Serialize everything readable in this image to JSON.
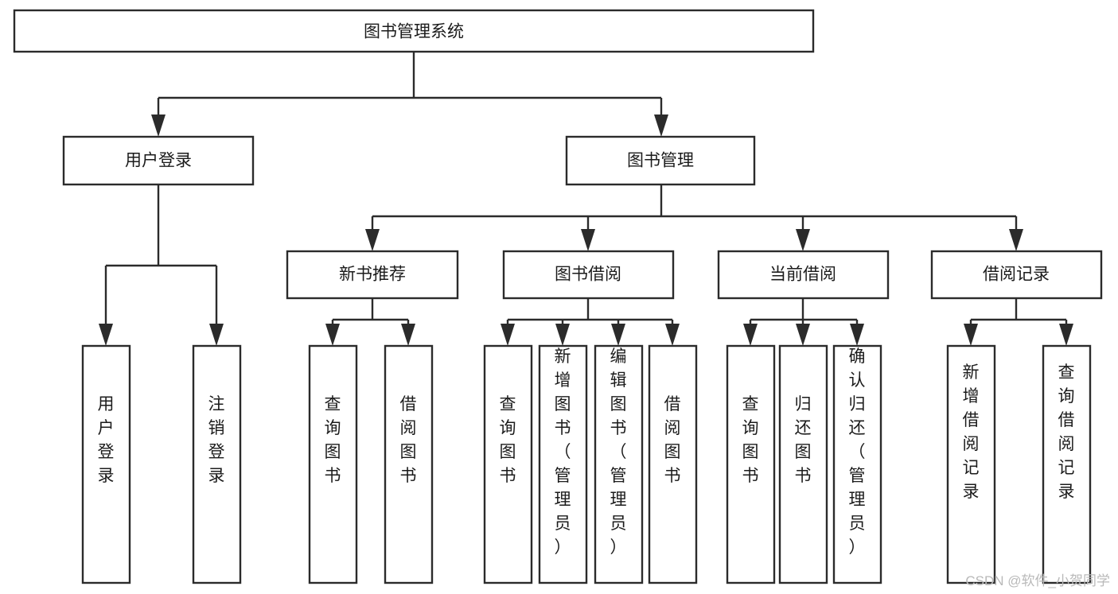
{
  "diagram": {
    "type": "tree-hierarchy",
    "title": "图书管理系统",
    "orientation": "top-down",
    "colors": {
      "box_fill": "#ffffff",
      "box_stroke": "#2b2b2b",
      "text": "#1b1b1b",
      "watermark": "#b9b9b9",
      "background": "#ffffff"
    },
    "root": {
      "id": "root",
      "label": "图书管理系统",
      "orientation": "horizontal"
    },
    "level2": [
      {
        "id": "user-login",
        "label": "用户登录",
        "orientation": "horizontal"
      },
      {
        "id": "book-management",
        "label": "图书管理",
        "orientation": "horizontal"
      }
    ],
    "level3": [
      {
        "id": "new-book-recommend",
        "label": "新书推荐",
        "orientation": "horizontal",
        "parent": "book-management"
      },
      {
        "id": "book-borrow",
        "label": "图书借阅",
        "orientation": "horizontal",
        "parent": "book-management"
      },
      {
        "id": "current-borrow",
        "label": "当前借阅",
        "orientation": "horizontal",
        "parent": "book-management"
      },
      {
        "id": "borrow-record",
        "label": "借阅记录",
        "orientation": "horizontal",
        "parent": "book-management"
      }
    ],
    "leaves": [
      {
        "id": "leaf-user-login",
        "label": "用户登录",
        "orientation": "vertical",
        "parent": "user-login"
      },
      {
        "id": "leaf-logout-login",
        "label": "注销登录",
        "orientation": "vertical",
        "parent": "user-login"
      },
      {
        "id": "leaf-query-book-1",
        "label": "查询图书",
        "orientation": "vertical",
        "parent": "new-book-recommend"
      },
      {
        "id": "leaf-borrow-book-1",
        "label": "借阅图书",
        "orientation": "vertical",
        "parent": "new-book-recommend"
      },
      {
        "id": "leaf-query-book-2",
        "label": "查询图书",
        "orientation": "vertical",
        "parent": "book-borrow"
      },
      {
        "id": "leaf-add-book",
        "label": "新增图书（管理员）",
        "orientation": "vertical",
        "parent": "book-borrow"
      },
      {
        "id": "leaf-edit-book",
        "label": "编辑图书（管理员）",
        "orientation": "vertical",
        "parent": "book-borrow"
      },
      {
        "id": "leaf-borrow-book-2",
        "label": "借阅图书",
        "orientation": "vertical",
        "parent": "book-borrow"
      },
      {
        "id": "leaf-query-book-3",
        "label": "查询图书",
        "orientation": "vertical",
        "parent": "current-borrow"
      },
      {
        "id": "leaf-return-book",
        "label": "归还图书",
        "orientation": "vertical",
        "parent": "current-borrow"
      },
      {
        "id": "leaf-confirm-return",
        "label": "确认归还（管理员）",
        "orientation": "vertical",
        "parent": "current-borrow"
      },
      {
        "id": "leaf-add-borrow-record",
        "label": "新增借阅记录",
        "orientation": "vertical",
        "parent": "borrow-record"
      },
      {
        "id": "leaf-query-borrow-record",
        "label": "查询借阅记录",
        "orientation": "vertical",
        "parent": "borrow-record"
      }
    ],
    "watermark": "CSDN @软件_小贺同学"
  }
}
